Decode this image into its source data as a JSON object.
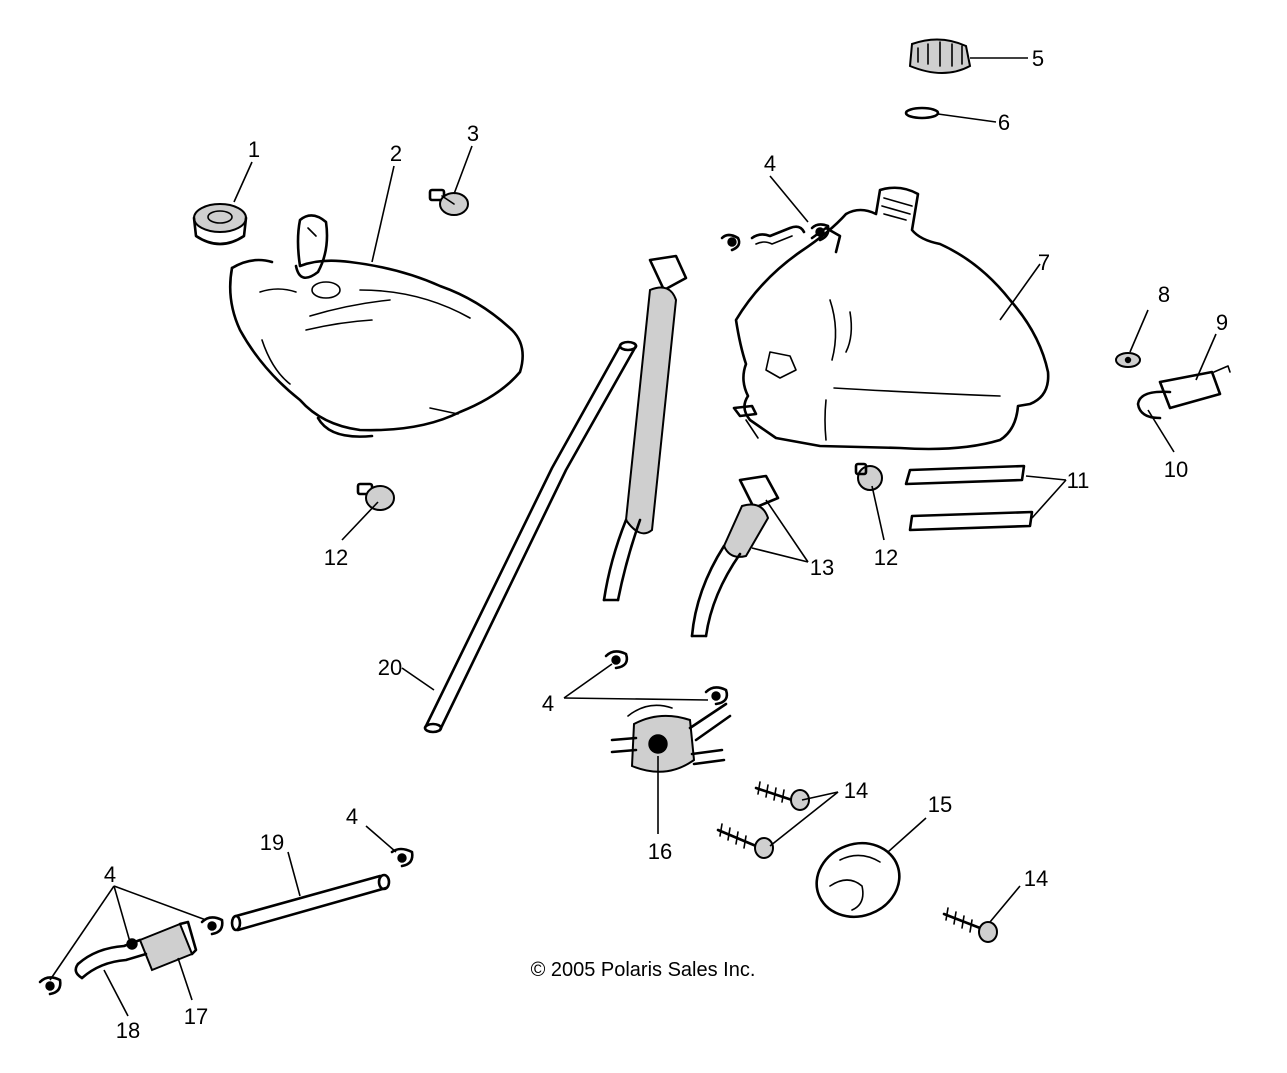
{
  "copyright": "© 2005 Polaris Sales Inc.",
  "callouts": [
    "1",
    "2",
    "3",
    "4",
    "5",
    "6",
    "7",
    "8",
    "9",
    "10",
    "11",
    "12",
    "13",
    "14",
    "15",
    "16",
    "17",
    "18",
    "19",
    "20"
  ]
}
